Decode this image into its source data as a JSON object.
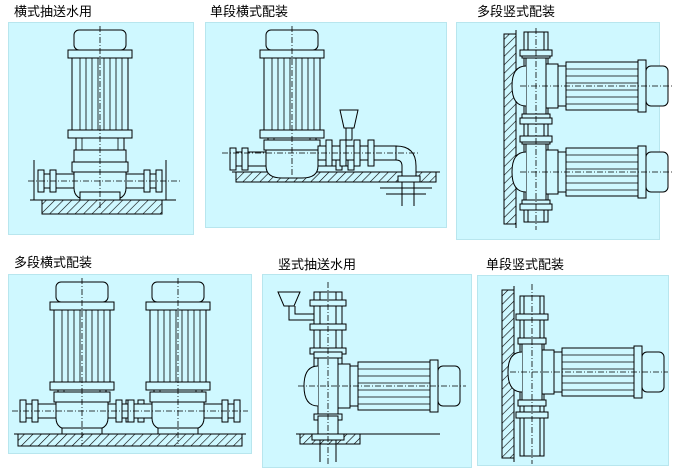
{
  "colors": {
    "panel_fill": "#cff8ff",
    "line": "#000000",
    "hatch": "#000000"
  },
  "panels": [
    {
      "id": "horizontal-suction",
      "label": "横式抽送水用"
    },
    {
      "id": "single-stage-horizontal",
      "label": "单段横式配装"
    },
    {
      "id": "multi-stage-vertical",
      "label": "多段竖式配装"
    },
    {
      "id": "multi-stage-horizontal",
      "label": "多段横式配装"
    },
    {
      "id": "vertical-suction",
      "label": "竖式抽送水用"
    },
    {
      "id": "single-stage-vertical",
      "label": "单段竖式配装"
    }
  ]
}
